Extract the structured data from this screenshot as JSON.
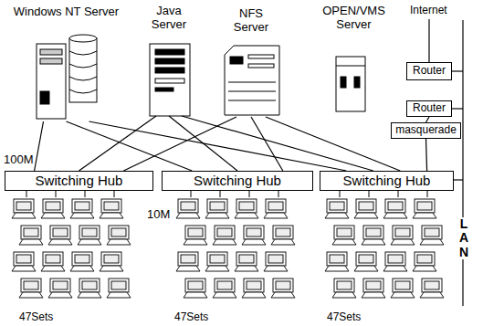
{
  "diagram": {
    "nodes": [
      {
        "text": [
          "Windows NT Server"
        ]
      },
      {
        "text": [
          "Java Server"
        ]
      },
      {
        "text": [
          "NFS Server"
        ]
      },
      {
        "text": [
          "OPEN/VMS Server"
        ]
      },
      {
        "text": [
          "Router"
        ]
      },
      {
        "text": [
          "Router"
        ]
      },
      {
        "text": [
          "masquerade"
        ]
      },
      {
        "text": [
          "Switching Hub"
        ]
      },
      {
        "text": [
          "Switching Hub"
        ]
      },
      {
        "text": [
          "Switching Hub"
        ]
      }
    ],
    "edges": [
      {
        "from": 0,
        "to": 7,
        "arrow": "none"
      },
      {
        "from": 0,
        "to": 8,
        "arrow": "none"
      },
      {
        "from": 0,
        "to": 9,
        "arrow": "none"
      },
      {
        "from": 1,
        "to": 7,
        "arrow": "none"
      },
      {
        "from": 1,
        "to": 8,
        "arrow": "none"
      },
      {
        "from": 1,
        "to": 9,
        "arrow": "none"
      },
      {
        "from": 2,
        "to": 7,
        "arrow": "none"
      },
      {
        "from": 2,
        "to": 8,
        "arrow": "none"
      },
      {
        "from": 2,
        "to": 9,
        "arrow": "none"
      },
      {
        "from": 5,
        "to": 6,
        "arrow": "none"
      },
      {
        "from": 6,
        "to": 9,
        "arrow": "none"
      }
    ],
    "labels": [
      "Internet",
      "100M",
      "10M",
      "47Sets",
      "47Sets",
      "47Sets",
      "LAN"
    ]
  }
}
